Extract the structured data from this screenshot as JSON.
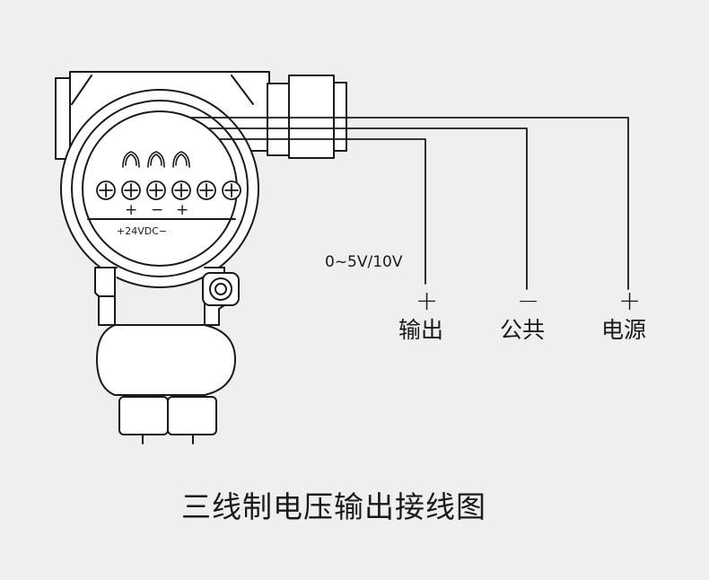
{
  "colors": {
    "background": "#efefef",
    "stroke": "#1a1a1a",
    "fill": "#ffffff"
  },
  "device": {
    "polarity": [
      "+",
      "−",
      "+"
    ],
    "supply_label": "+24VDC−"
  },
  "outputs": {
    "range": "0~5V/10V",
    "terminals": [
      {
        "sign": "+",
        "label": "输出"
      },
      {
        "sign": "−",
        "label": "公共"
      },
      {
        "sign": "+",
        "label": "电源"
      }
    ]
  },
  "caption": "三线制电压输出接线图"
}
